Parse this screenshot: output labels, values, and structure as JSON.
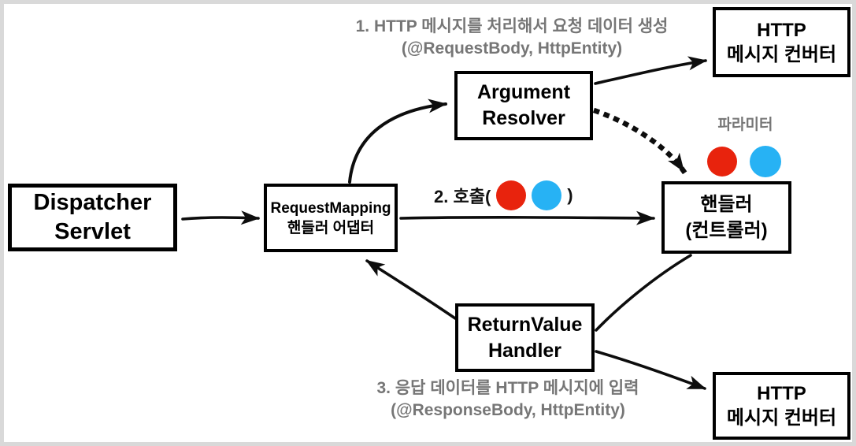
{
  "diagram": {
    "nodes": {
      "dispatcher_servlet": {
        "line1": "Dispatcher",
        "line2": "Servlet"
      },
      "request_mapping_adapter": {
        "line1": "RequestMapping",
        "line2": "핸들러 어댑터"
      },
      "argument_resolver": {
        "line1": "Argument",
        "line2": "Resolver"
      },
      "handler_controller": {
        "line1": "핸들러",
        "line2": "(컨트롤러)"
      },
      "return_value_handler": {
        "line1": "ReturnValue",
        "line2": "Handler"
      },
      "http_message_converter_top": {
        "line1": "HTTP",
        "line2": "메시지 컨버터"
      },
      "http_message_converter_bottom": {
        "line1": "HTTP",
        "line2": "메시지 컨버터"
      }
    },
    "annotations": {
      "step1_line1": "1. HTTP 메시지를 처리해서 요청 데이터 생성",
      "step1_line2": "(@RequestBody, HttpEntity)",
      "step2_prefix": "2. 호출(",
      "step2_suffix": ")",
      "step3_line1": "3. 응답 데이터를 HTTP 메시지에 입력",
      "step3_line2": "(@ResponseBody, HttpEntity)",
      "parameter_label": "파라미터"
    },
    "colors": {
      "parameter_red": "#e8230d",
      "parameter_blue": "#27b2f4",
      "annotation_gray": "#767676",
      "box_border_black": "#000000",
      "outer_border_gray": "#d9d9d9"
    }
  }
}
